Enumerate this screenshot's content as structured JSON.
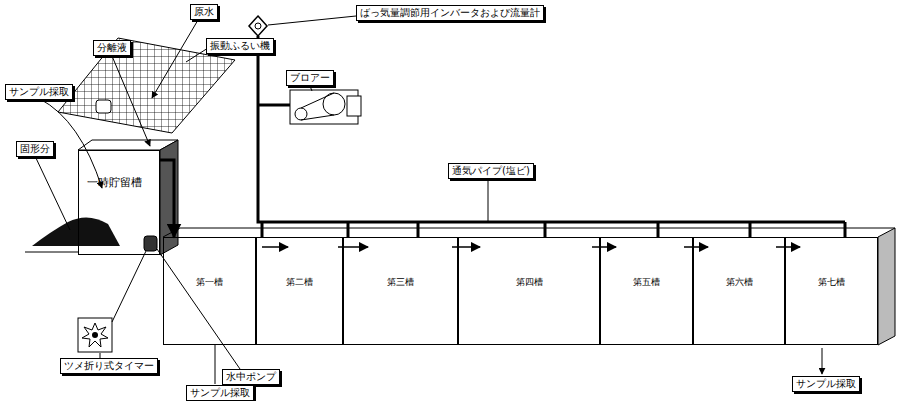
{
  "diagram": {
    "nodes": [
      {
        "text": [
          "原水"
        ]
      },
      {
        "text": [
          "振動ふるい機"
        ]
      },
      {
        "text": [
          "分離液"
        ]
      },
      {
        "text": [
          "サンプル採取"
        ]
      },
      {
        "text": [
          "ばっ気量調節用インバータおよび流量計"
        ]
      },
      {
        "text": [
          "ブロアー"
        ]
      },
      {
        "text": [
          "固形分"
        ]
      },
      {
        "text": [
          "一時貯留槽"
        ]
      },
      {
        "text": [
          "通気パイプ(塩ビ)"
        ]
      },
      {
        "text": [
          "第一槽"
        ]
      },
      {
        "text": [
          "第二槽"
        ]
      },
      {
        "text": [
          "第三槽"
        ]
      },
      {
        "text": [
          "第四槽"
        ]
      },
      {
        "text": [
          "第五槽"
        ]
      },
      {
        "text": [
          "第六槽"
        ]
      },
      {
        "text": [
          "第七槽"
        ]
      },
      {
        "text": [
          "ツメ折り式タイマー"
        ]
      },
      {
        "text": [
          "水中ポンプ"
        ]
      },
      {
        "text": [
          "サンプル採取"
        ]
      },
      {
        "text": [
          "サンプル採取"
        ]
      }
    ],
    "edges": [
      {
        "from": 7,
        "to": 9,
        "arrow": "to"
      }
    ]
  }
}
